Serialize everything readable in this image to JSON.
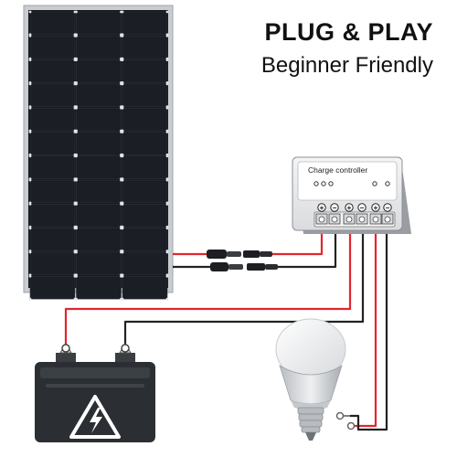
{
  "header": {
    "title": "PLUG & PLAY",
    "subtitle": "Beginner Friendly"
  },
  "controller": {
    "label": "Charge controller",
    "terminal_symbols": [
      "+",
      "−",
      "+",
      "−",
      "+",
      "−"
    ]
  },
  "colors": {
    "wire_red": "#e0262e",
    "wire_black": "#222222",
    "panel_cell": "#1a1c22",
    "panel_frame": "#c9ccd1",
    "battery_body": "#2b2f33",
    "warning_yellow": "#f2f2f2"
  },
  "icons": [
    "solar-panel-icon",
    "mc4-connector-icon",
    "charge-controller-icon",
    "battery-icon",
    "high-voltage-warning-icon",
    "light-bulb-icon"
  ]
}
